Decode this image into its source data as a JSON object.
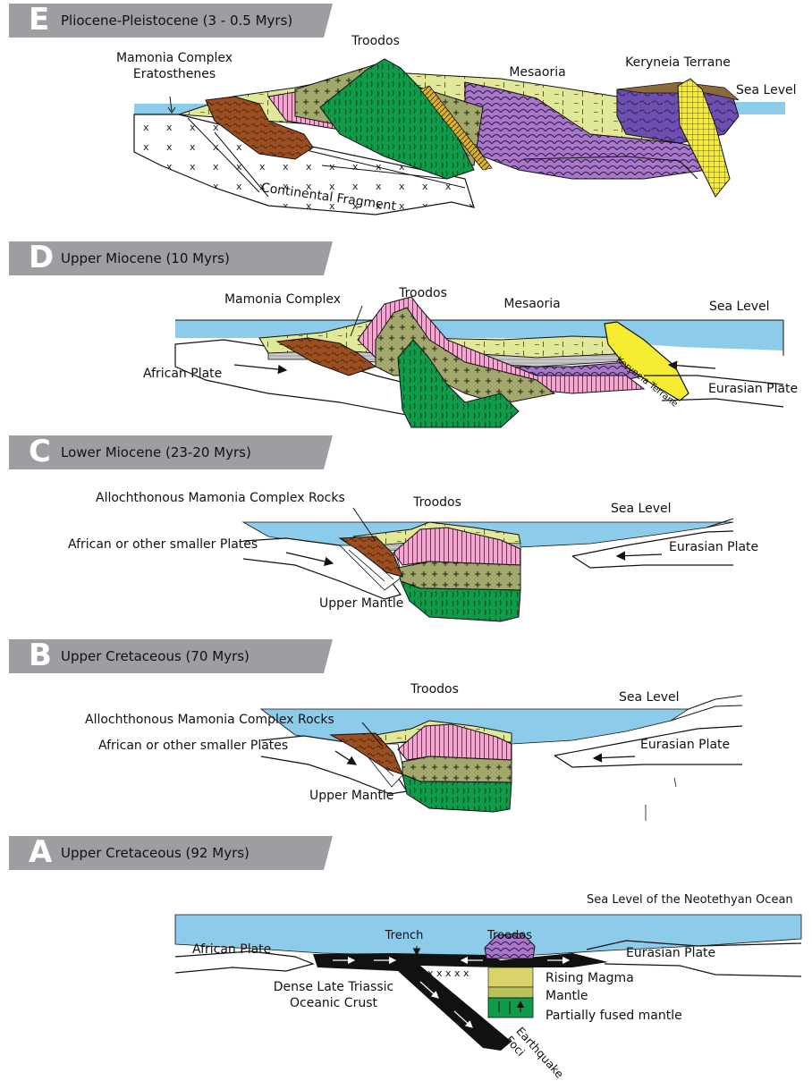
{
  "panels": {
    "E": {
      "letter": "E",
      "period": "Pliocene-Pleistocene (3 - 0.5 Myrs)",
      "labels": {
        "troodos": "Troodos",
        "mamonia": "Mamonia Complex",
        "eratosthenes": "Eratosthenes",
        "mesaoria": "Mesaoria",
        "keryneia": "Keryneia Terrane",
        "sea_level": "Sea Level",
        "continental": "Continental Fragment"
      }
    },
    "D": {
      "letter": "D",
      "period": "Upper Miocene (10 Myrs)",
      "labels": {
        "mamonia": "Mamonia Complex",
        "troodos": "Troodos",
        "mesaoria": "Mesaoria",
        "sea_level": "Sea Level",
        "african": "African Plate",
        "keryneia": "Keryneia Terrane",
        "eurasian": "Eurasian Plate"
      }
    },
    "C": {
      "letter": "C",
      "period": "Lower Miocene (23-20 Myrs)",
      "labels": {
        "allochthonous": "Allochthonous Mamonia Complex Rocks",
        "troodos": "Troodos",
        "sea_level": "Sea Level",
        "african": "African or other smaller Plates",
        "eurasian": "Eurasian Plate",
        "mantle": "Upper Mantle"
      }
    },
    "B": {
      "letter": "B",
      "period": "Upper Cretaceous (70 Myrs)",
      "labels": {
        "troodos": "Troodos",
        "sea_level": "Sea Level",
        "allochthonous": "Allochthonous Mamonia Complex Rocks",
        "african": "African or other smaller Plates",
        "eurasian": "Eurasian Plate",
        "mantle": "Upper Mantle"
      }
    },
    "A": {
      "letter": "A",
      "period": "Upper Cretaceous (92 Myrs)",
      "labels": {
        "sea_level": "Sea Level of the Neotethyan Ocean",
        "trench": "Trench",
        "troodos": "Troodos",
        "african": "African Plate",
        "eurasian": "Eurasian Plate",
        "crust_1": "Dense Late Triassic",
        "crust_2": "Oceanic Crust",
        "magma": "Rising Magma",
        "mantle": "Mantle",
        "fused": "Partially fused mantle",
        "earthquake": "Earthquake",
        "foci": "Foci"
      }
    }
  },
  "colors": {
    "sea": "#8ccbea",
    "banner": "#9c9ea1",
    "green": "#0f9b4a",
    "brown": "#9b4e20",
    "pink": "#f2a8cf",
    "purple": "#a877c9",
    "olive": "#a2a76b",
    "yellow": "#f6ed33",
    "tan": "#c9b77a",
    "khaki": "#e2e89a",
    "indigo": "#6d4fb0",
    "gray": "#c9c9cb",
    "black": "#111111"
  }
}
